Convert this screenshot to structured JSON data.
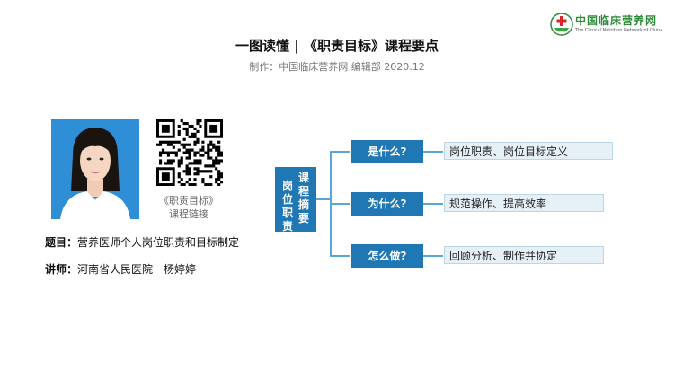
{
  "logo": {
    "name": "中国临床营养网",
    "subtitle": "The Clinical Nutrition Network of China"
  },
  "header": {
    "title": "一图读懂 | 《职责目标》课程要点",
    "subtitle": "制作：中国临床营养网 编辑部 2020.12"
  },
  "qr": {
    "caption_line1": "《职责目标》",
    "caption_line2": "课程链接"
  },
  "info": {
    "topic_label": "题目：",
    "topic_value": "营养医师个人岗位职责和目标制定",
    "lecturer_label": "讲师：",
    "lecturer_value": "河南省人民医院　杨婷婷"
  },
  "center": {
    "col1": "课程摘要",
    "col2": "岗位职责"
  },
  "branches": [
    {
      "question": "是什么?",
      "answer": "岗位职责、岗位目标定义"
    },
    {
      "question": "为什么?",
      "answer": "规范操作、提高效率"
    },
    {
      "question": "怎么做?",
      "answer": "回顾分析、制作并协定"
    }
  ],
  "colors": {
    "primary": "#1f77b4",
    "connector": "#5aa6d6",
    "answer_bg": "#e6f0f7",
    "logo_green": "#2e8b3a",
    "logo_red": "#d9262b"
  }
}
